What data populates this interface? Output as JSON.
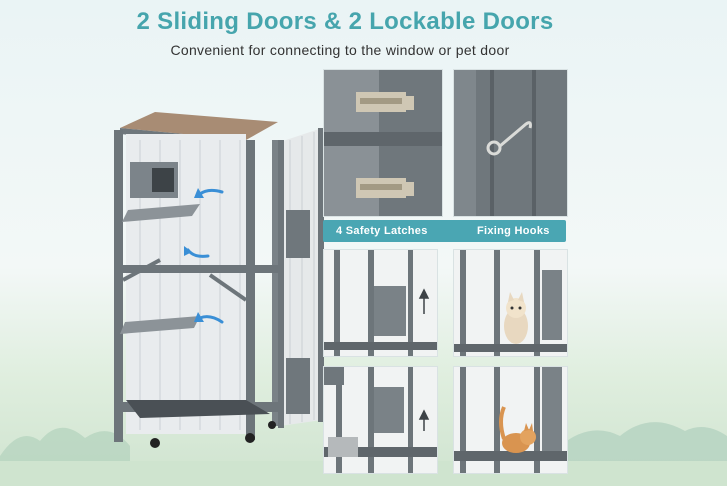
{
  "heading": {
    "title": "2 Sliding Doors & 2 Lockable Doors",
    "subtitle": "Convenient for connecting to the window or pet door"
  },
  "labels": {
    "latches": "4 Safety Latches",
    "hooks": "Fixing Hooks"
  },
  "icons": {
    "arrow": "blue-curved-arrow",
    "up_arrow": "up-arrow"
  },
  "colors": {
    "accent": "#46a5ad",
    "label_bar": "#4aa6b3",
    "wood": "#7d858a",
    "arrow": "#3a8fd6"
  }
}
